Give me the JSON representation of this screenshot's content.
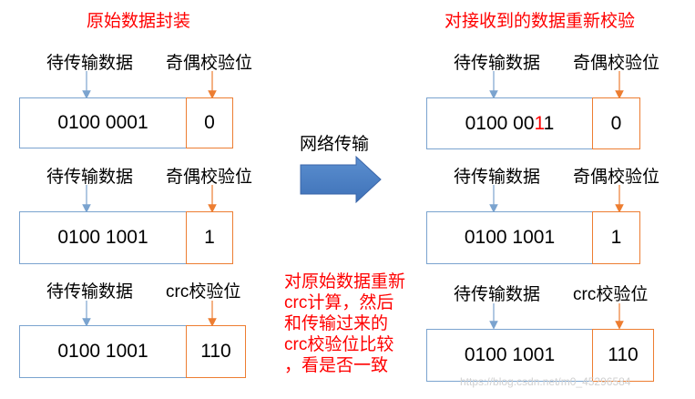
{
  "left": {
    "title": "原始数据封装",
    "rows": [
      {
        "data_label": "待传输数据",
        "check_label": "奇偶校验位",
        "data_value": "0100 0001",
        "check_value": "0"
      },
      {
        "data_label": "待传输数据",
        "check_label": "奇偶校验位",
        "data_value": "0100 1001",
        "check_value": "1"
      },
      {
        "data_label": "待传输数据",
        "check_label": "crc校验位",
        "data_value": "0100 1001",
        "check_value": "110"
      }
    ]
  },
  "middle": {
    "transfer_label": "网络传输",
    "note_lines": [
      "对原始数据重新",
      "crc计算，然后",
      "和传输过来的",
      "crc校验位比较",
      "，看是否一致"
    ]
  },
  "right": {
    "title": "对接收到的数据重新校验",
    "rows": [
      {
        "data_label": "待传输数据",
        "check_label": "奇偶校验位",
        "data_value_normal": "0100 00",
        "data_value_flipped": "1",
        "data_value_tail": "1",
        "check_value": "0"
      },
      {
        "data_label": "待传输数据",
        "check_label": "奇偶校验位",
        "data_value": "0100 1001",
        "check_value": "1"
      },
      {
        "data_label": "待传输数据",
        "check_label": "crc校验位",
        "data_value": "0100 1001",
        "check_value": "110"
      }
    ]
  },
  "watermark": "https://blog.csdn.net/m0_45296584",
  "colors": {
    "title": "#ff0000",
    "data_box": "#7aa3cf",
    "check_box": "#ed7d31",
    "arrow": "#4f81bd"
  }
}
